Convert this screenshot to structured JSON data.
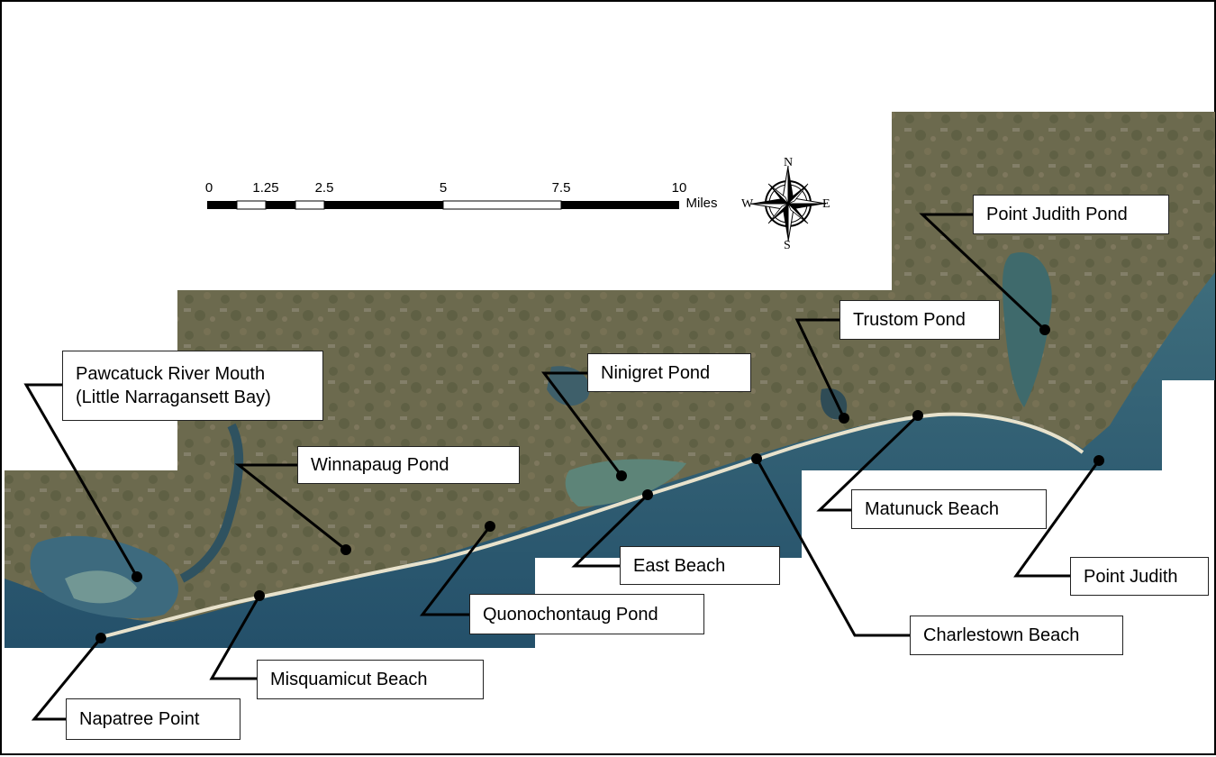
{
  "scale_bar": {
    "ticks": [
      "0",
      "1.25",
      "2.5",
      "5",
      "7.5",
      "10"
    ],
    "unit": "Miles"
  },
  "compass": {
    "icon": "compass-rose-icon",
    "north": "N",
    "south": "S",
    "east": "E",
    "west": "W"
  },
  "labels": {
    "pawcatuck": "Pawcatuck River Mouth\n(Little Narragansett Bay)",
    "winnapaug": "Winnapaug Pond",
    "ninigret": "Ninigret Pond",
    "trustom": "Trustom Pond",
    "point_judith_pond": "Point Judith Pond",
    "matunuck": "Matunuck  Beach",
    "east_beach": "East Beach",
    "point_judith": "Point Judith",
    "quonochontaug": "Quonochontaug Pond",
    "charlestown": "Charlestown Beach",
    "misquamicut": "Misquamicut Beach",
    "napatree": "Napatree Point"
  },
  "colors": {
    "land": "#6e6a4c",
    "ocean": "#2c5770",
    "shallow_water": "#5a8a86",
    "beach": "#e6e0c8",
    "frame": "#000000"
  }
}
